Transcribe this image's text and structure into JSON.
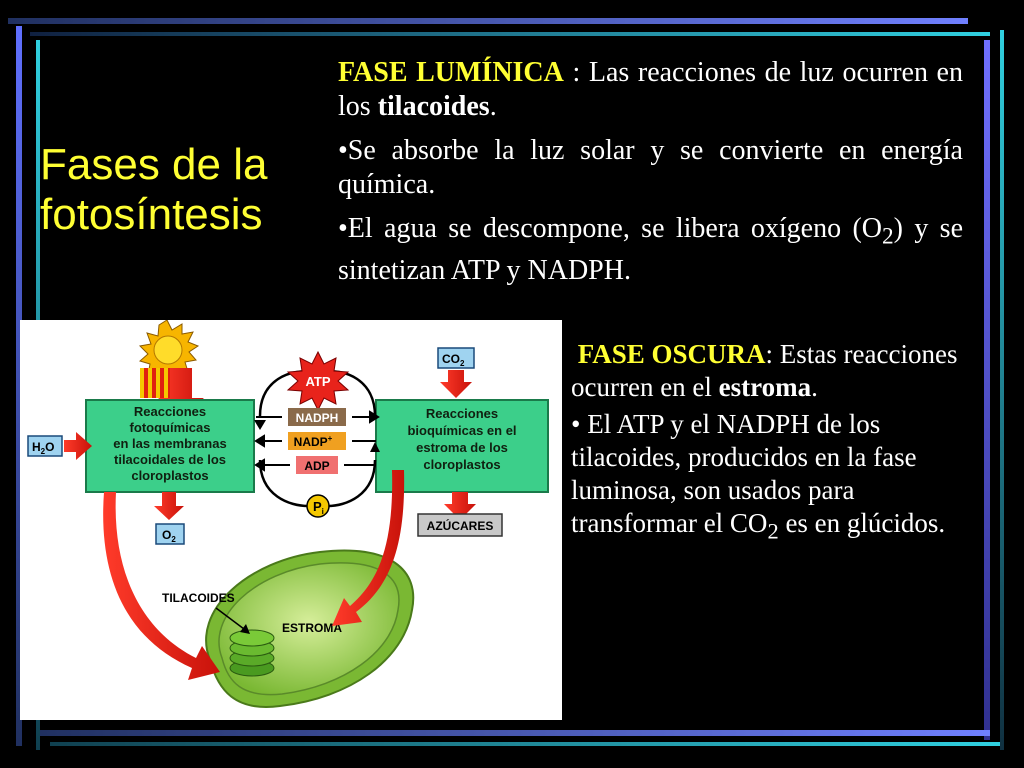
{
  "title": {
    "line1": "Fases de la",
    "line2": "fotosíntesis"
  },
  "luminica": {
    "heading": "FASE LUMÍNICA",
    "intro_a": " : Las reacciones de luz ocurren en los ",
    "intro_bold": "tilacoides",
    "intro_end": ".",
    "bullet1": "•Se absorbe la luz solar y se convierte en energía química.",
    "bullet2_a": "•El agua se descompone, se  libera oxígeno (O",
    "bullet2_sub": "2",
    "bullet2_b": ") y se sintetizan ATP y NADPH."
  },
  "oscura": {
    "heading": "FASE OSCURA",
    "intro_a": ": Estas reacciones ocurren en el ",
    "intro_bold": "estroma",
    "intro_end": ".",
    "bullet_a": "• El ATP y el NADPH de los tilacoides, producidos en la fase luminosa, son usados para transformar el CO",
    "bullet_sub": "2",
    "bullet_b": " es en glúcidos."
  },
  "diagram": {
    "left_box": [
      "Reacciones",
      "fotoquímicas",
      "en las membranas",
      "tilacoidales de los",
      "cloroplastos"
    ],
    "right_box": [
      "Reacciones",
      "bioquímicas en el",
      "estroma de los",
      "cloroplastos"
    ],
    "h2o": "H",
    "h2o_sub": "2",
    "h2o_end": "O",
    "o2": "O",
    "o2_sub": "2",
    "co2": "CO",
    "co2_sub": "2",
    "atp": "ATP",
    "nadph": "NADPH",
    "nadp": "NADP",
    "nadp_sup": "+",
    "adp": "ADP",
    "pi": "P",
    "pi_sub": "i",
    "azucares": "AZÚCARES",
    "tilacoides": "TILACOIDES",
    "estroma": "ESTROMA"
  },
  "colors": {
    "title": "#ffff33",
    "box": "#3ccf8a",
    "arrow": "#e8231b",
    "chloroplast": "#8cc63f"
  }
}
